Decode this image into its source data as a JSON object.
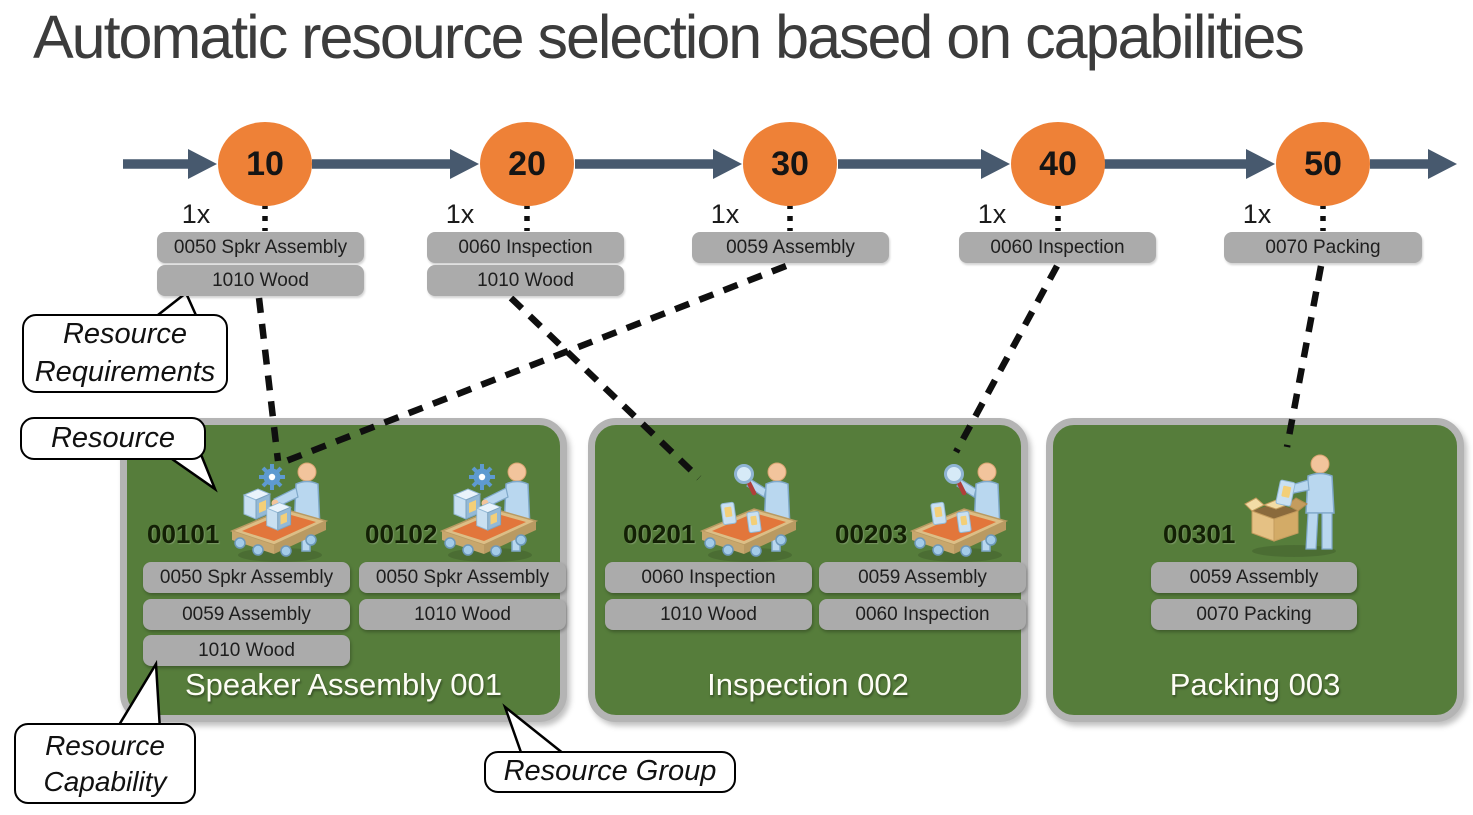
{
  "title": "Automatic resource selection based on capabilities",
  "operations": [
    {
      "id": "10",
      "qty": "1x",
      "requirements": [
        "0050 Spkr Assembly",
        "1010 Wood"
      ]
    },
    {
      "id": "20",
      "qty": "1x",
      "requirements": [
        "0060 Inspection",
        "1010 Wood"
      ]
    },
    {
      "id": "30",
      "qty": "1x",
      "requirements": [
        "0059 Assembly"
      ]
    },
    {
      "id": "40",
      "qty": "1x",
      "requirements": [
        "0060 Inspection"
      ]
    },
    {
      "id": "50",
      "qty": "1x",
      "requirements": [
        "0070 Packing"
      ]
    }
  ],
  "resource_groups": [
    {
      "name": "Speaker Assembly 001",
      "icon": "assembly-worker-icon",
      "resources": [
        {
          "id": "00101",
          "capabilities": [
            "0050 Spkr Assembly",
            "0059 Assembly",
            "1010 Wood"
          ]
        },
        {
          "id": "00102",
          "capabilities": [
            "0050 Spkr Assembly",
            "1010 Wood"
          ]
        }
      ]
    },
    {
      "name": "Inspection 002",
      "icon": "inspection-worker-icon",
      "resources": [
        {
          "id": "00201",
          "capabilities": [
            "0060 Inspection",
            "1010 Wood"
          ]
        },
        {
          "id": "00203",
          "capabilities": [
            "0059 Assembly",
            "0060 Inspection"
          ]
        }
      ]
    },
    {
      "name": "Packing 003",
      "icon": "packing-worker-icon",
      "resources": [
        {
          "id": "00301",
          "capabilities": [
            "0059 Assembly",
            "0070 Packing"
          ]
        }
      ]
    }
  ],
  "callouts": {
    "resource_requirements": "Resource Requirements",
    "resource": "Resource",
    "resource_capability": "Resource Capability",
    "resource_group": "Resource Group"
  },
  "colors": {
    "operation_circle": "#ee8137",
    "timeline_arrow": "#47596e",
    "resource_group_fill": "#567d3b",
    "group_border": "#b4b4b4",
    "capability_box": "#ababab",
    "connector": "#0f0f0f"
  }
}
